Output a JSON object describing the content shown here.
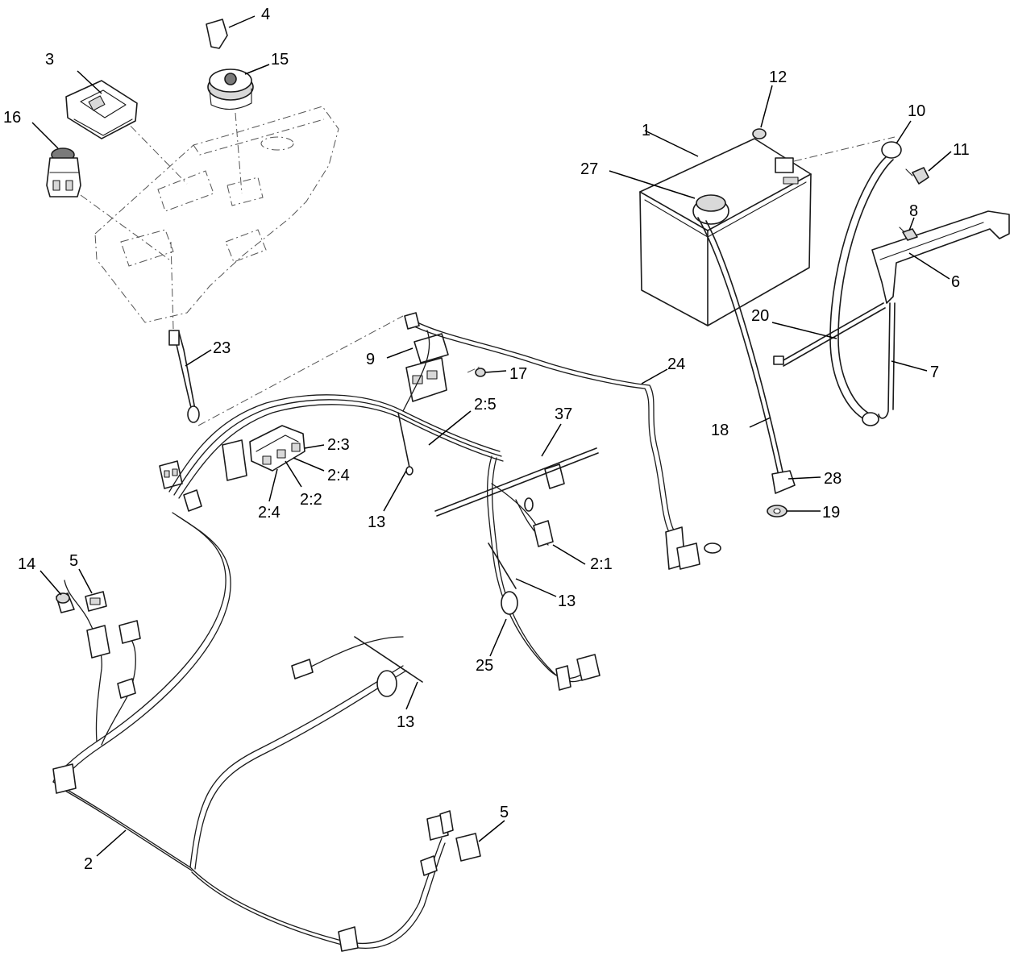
{
  "callouts": {
    "c1": "1",
    "c2": "2",
    "c2_1": "2:1",
    "c2_2": "2:2",
    "c2_3": "2:3",
    "c2_4a": "2:4",
    "c2_4b": "2:4",
    "c2_5": "2:5",
    "c3": "3",
    "c4": "4",
    "c5a": "5",
    "c5b": "5",
    "c6": "6",
    "c7": "7",
    "c8": "8",
    "c9": "9",
    "c10": "10",
    "c11": "11",
    "c12": "12",
    "c13a": "13",
    "c13b": "13",
    "c13c": "13",
    "c14": "14",
    "c15": "15",
    "c16": "16",
    "c17": "17",
    "c18": "18",
    "c19": "19",
    "c20": "20",
    "c23": "23",
    "c24": "24",
    "c25": "25",
    "c27": "27",
    "c28": "28",
    "c37": "37"
  }
}
